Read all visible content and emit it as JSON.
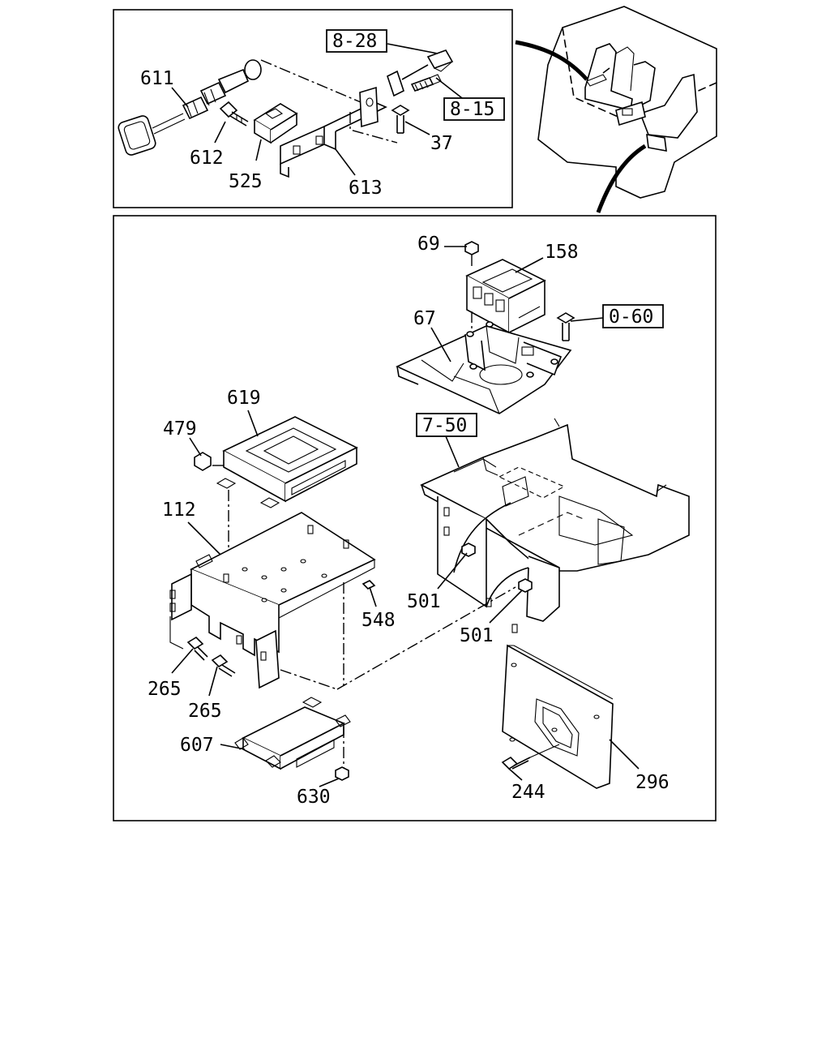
{
  "labels": {
    "l611": "611",
    "l612": "612",
    "l525": "525",
    "l613": "613",
    "l37": "37",
    "l828": "8-28",
    "l815": "8-15",
    "l69": "69",
    "l158": "158",
    "l67": "67",
    "l060": "0-60",
    "l619": "619",
    "l479": "479",
    "l750": "7-50",
    "l112": "112",
    "l548": "548",
    "l501a": "501",
    "l501b": "501",
    "l265a": "265",
    "l265b": "265",
    "l607": "607",
    "l630": "630",
    "l244": "244",
    "l296": "296"
  }
}
